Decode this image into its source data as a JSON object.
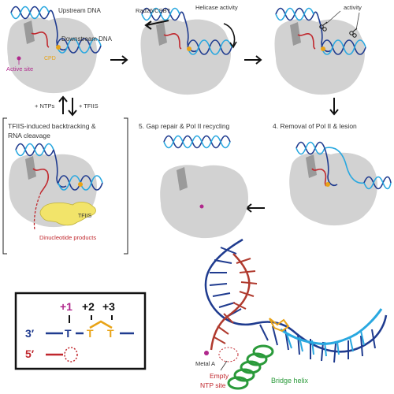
{
  "labels": {
    "upstream_dna": "Upstream DNA",
    "downstream_dna": "Downstream DNA",
    "cpd": "CPD",
    "active_site": "Active site",
    "rad26_csb": "Rad26/CSB?",
    "helicase_activity": "Helicase activity",
    "activity": "activity",
    "ntps": "+ NTPs",
    "tfiis_arrow": "+ TFIIS",
    "backtracking": "TFIIS-induced backtracking & RNA cleavage",
    "tfiis_protein": "TFIIS",
    "dinucleotide_products": "Dinucleotide products",
    "step4": "4. Removal of Pol II & lesion",
    "step5": "5. Gap repair & Pol II recycling",
    "metal_a": "Metal A",
    "empty_ntp_site": "Empty NTP site",
    "bridge_helix": "Bridge helix"
  },
  "inset": {
    "pos1": "+1",
    "pos2": "+2",
    "pos3": "+3",
    "end3": "3′",
    "end5": "5′",
    "base_T1": "T",
    "base_T2": "T",
    "base_T3": "T"
  },
  "colors": {
    "dna_dark": "#1f3b8f",
    "dna_light": "#29a8e0",
    "rna": "#c0272d",
    "cpd": "#e8a317",
    "active_site": "#b0288c",
    "bridge_helix": "#2a9a3a",
    "tfiis": "#f2e46a",
    "polymerase": "#d2d2d2"
  }
}
